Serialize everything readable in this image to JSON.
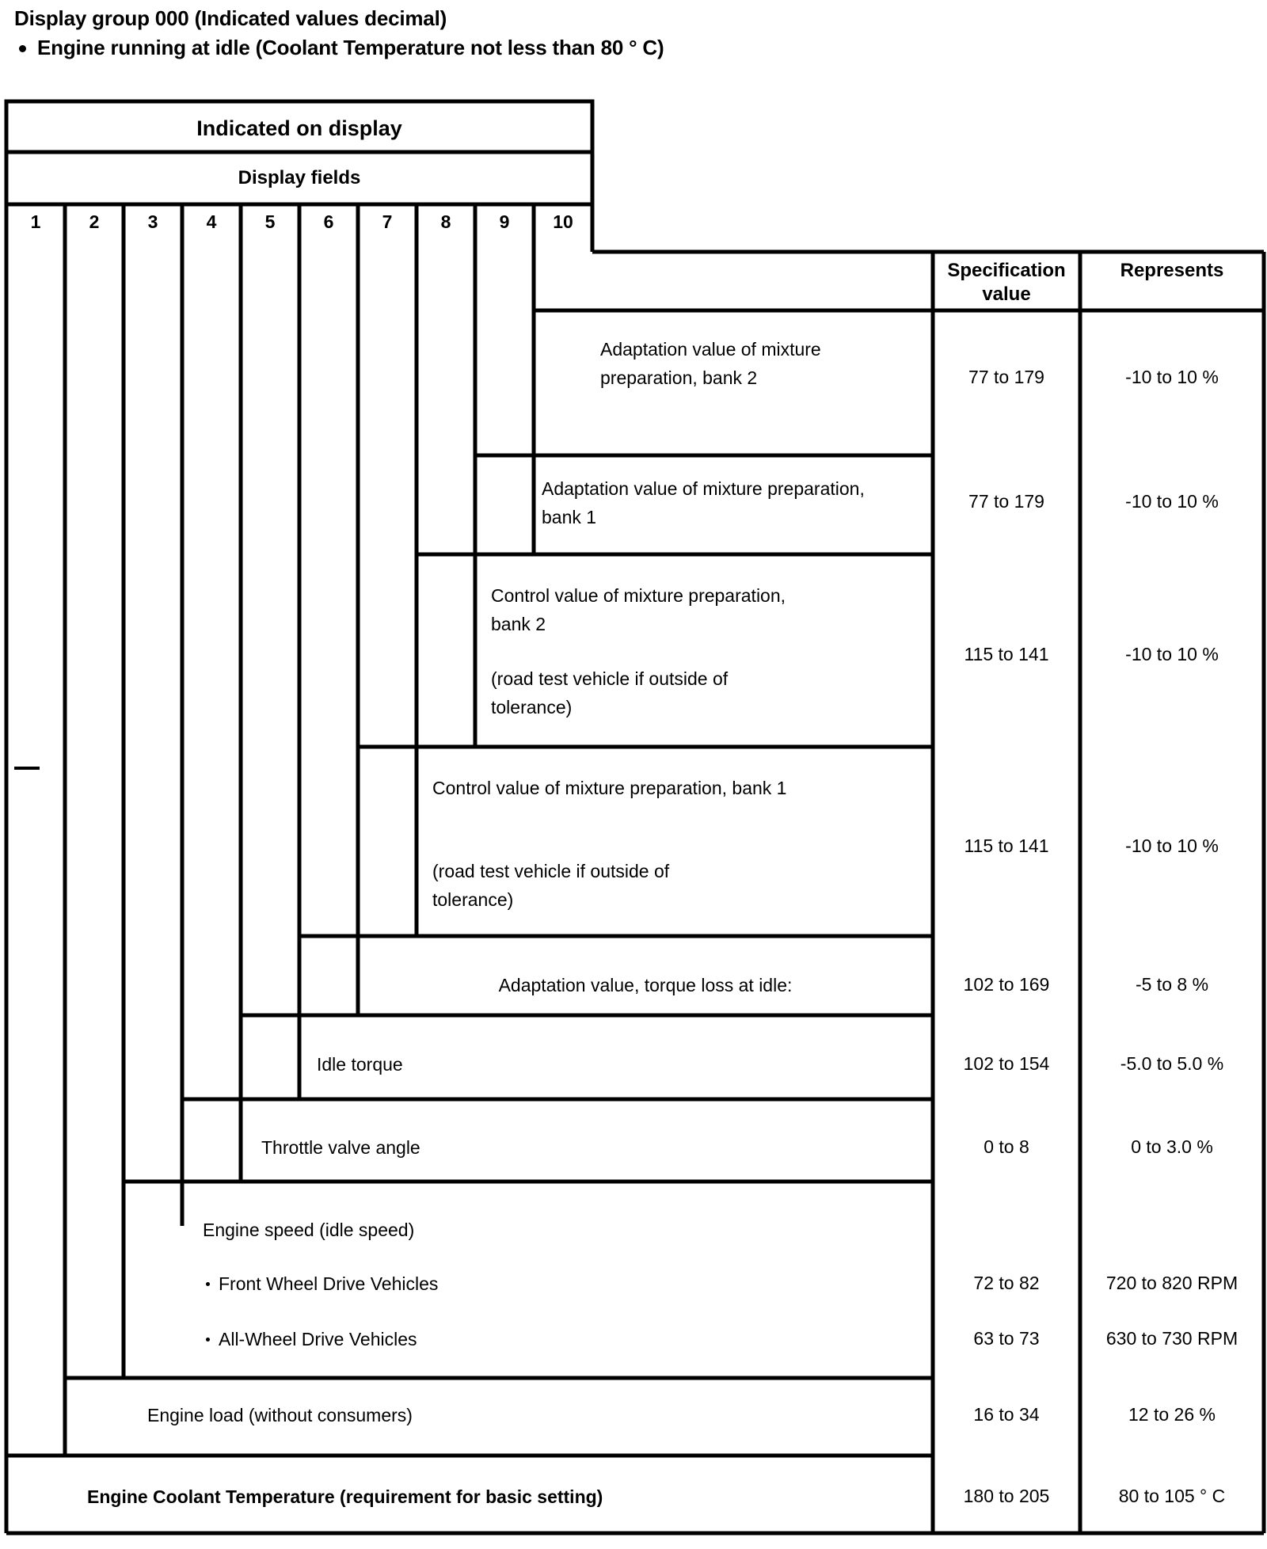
{
  "heading": {
    "title": "Display group 000 (Indicated values decimal)",
    "bullet": "Engine running at idle (Coolant Temperature not less than 80 ° C)"
  },
  "table": {
    "header_indicated": "Indicated on display",
    "header_display_fields": "Display fields",
    "field_numbers": [
      "1",
      "2",
      "3",
      "4",
      "5",
      "6",
      "7",
      "8",
      "9",
      "10"
    ],
    "header_spec_value": "Specification\nvalue",
    "header_represents": "Represents",
    "column_headers": [
      "Indicated on display",
      "Display fields",
      "Specification value",
      "Represents"
    ],
    "rows": [
      {
        "field": "10",
        "description": "Adaptation value of mixture preparation, bank 2",
        "spec_value": "77 to  179",
        "represents": "-10 to 10 %"
      },
      {
        "field": "9",
        "description": "Adaptation value of mixture preparation, bank 1",
        "spec_value": "77 to 179",
        "represents": "-10 to 10 %"
      },
      {
        "field": "8",
        "description": "Control value of mixture preparation, bank 2",
        "description_note": "(road test vehicle if outside of tolerance)",
        "spec_value": "115 to 141",
        "represents": "-10 to 10 %"
      },
      {
        "field": "7",
        "description": "Control value of mixture preparation, bank 1",
        "description_note": "(road test vehicle if outside of tolerance)",
        "spec_value": "115 to 141",
        "represents": "-10 to 10 %"
      },
      {
        "field": "6",
        "description": "Adaptation value, torque loss at idle:",
        "spec_value": "102 to 169",
        "represents": "-5 to 8 %"
      },
      {
        "field": "5",
        "description": "Idle torque",
        "spec_value": "102 to 154",
        "represents": "-5.0 to 5.0 %"
      },
      {
        "field": "4",
        "description": "Throttle valve angle",
        "spec_value": "0 to 8",
        "represents": "0 to 3.0 %"
      },
      {
        "field": "3",
        "description": "Engine speed (idle speed)",
        "sub_items": [
          {
            "label": "Front Wheel Drive Vehicles",
            "spec_value": "72 to 82",
            "represents": "720 to 820 RPM"
          },
          {
            "label": "All-Wheel Drive Vehicles",
            "spec_value": "63 to 73",
            "represents": "630 to 730 RPM"
          }
        ]
      },
      {
        "field": "2",
        "description": "Engine load (without consumers)",
        "spec_value": "16 to 34",
        "represents": "12 to 26 %"
      },
      {
        "field": "1",
        "description": "Engine Coolant Temperature (requirement for basic setting)",
        "spec_value": "180 to 205",
        "represents": "80 to 105 ° C"
      }
    ]
  },
  "colors": {
    "line": "#000000",
    "background": "#ffffff",
    "text": "#000000"
  }
}
